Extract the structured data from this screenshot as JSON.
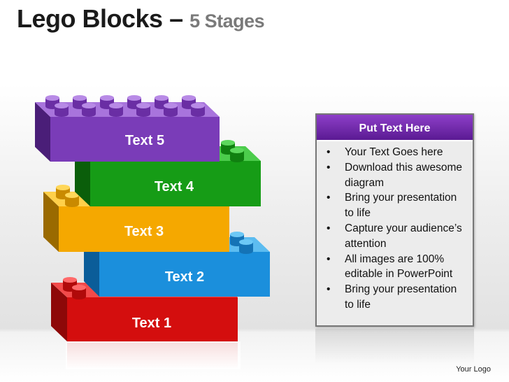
{
  "title": {
    "main": "Lego Blocks",
    "dash": "–",
    "sub": "5 Stages"
  },
  "blocks": [
    {
      "label": "Text 1",
      "color": "#d40e0e"
    },
    {
      "label": "Text 2",
      "color": "#1b8fdc"
    },
    {
      "label": "Text 3",
      "color": "#f5a800"
    },
    {
      "label": "Text 4",
      "color": "#169c16"
    },
    {
      "label": "Text 5",
      "color": "#7a3cb8"
    }
  ],
  "panel": {
    "header": "Put Text Here",
    "header_color": "#6a2aa8",
    "items": [
      "Your Text Goes here",
      "Download this awesome diagram",
      "Bring your presentation to life",
      "Capture your audience’s attention",
      "All images are 100% editable in PowerPoint",
      "Bring your presentation to life"
    ]
  },
  "footer": {
    "logo": "Your Logo"
  }
}
